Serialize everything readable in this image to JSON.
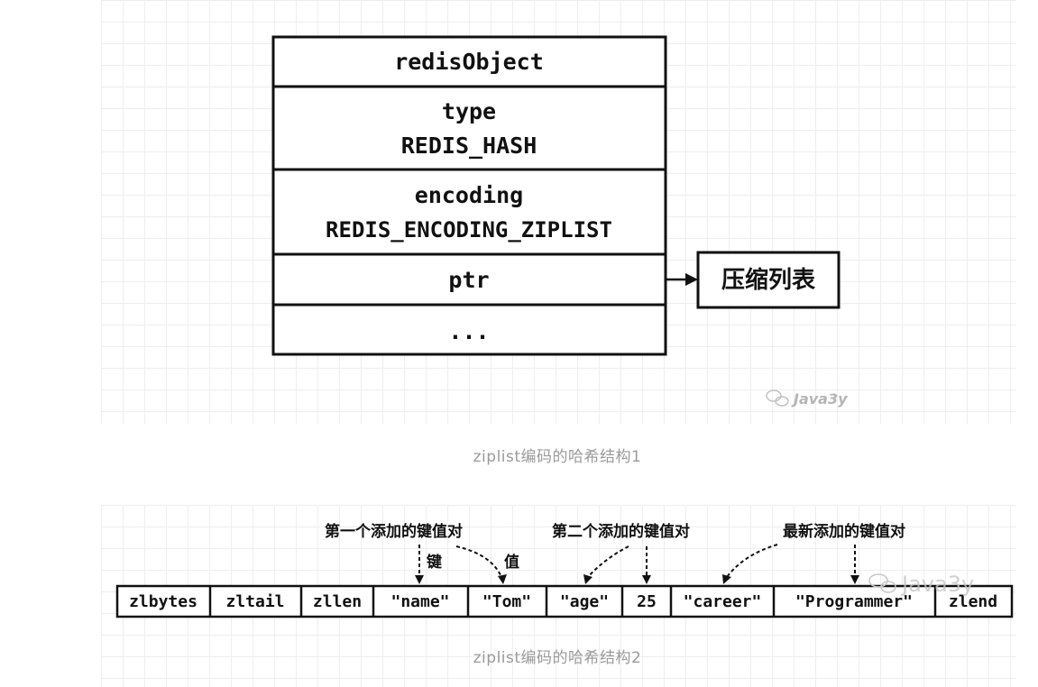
{
  "figure1": {
    "rows": [
      {
        "lines": [
          "redisObject"
        ]
      },
      {
        "lines": [
          "type",
          "REDIS_HASH"
        ]
      },
      {
        "lines": [
          "encoding",
          "REDIS_ENCODING_ZIPLIST"
        ]
      },
      {
        "lines": [
          "ptr"
        ]
      },
      {
        "lines": [
          "..."
        ]
      }
    ],
    "target": "压缩列表",
    "watermark": "Java3y",
    "caption": "ziplist编码的哈希结构1"
  },
  "figure2": {
    "annotations": {
      "first_pair": "第一个添加的键值对",
      "second_pair": "第二个添加的键值对",
      "latest_pair": "最新添加的键值对",
      "key": "键",
      "value": "值"
    },
    "cells": [
      "zlbytes",
      "zltail",
      "zllen",
      "\"name\"",
      "\"Tom\"",
      "\"age\"",
      "25",
      "\"career\"",
      "\"Programmer\"",
      "zlend"
    ],
    "watermark": "Java3y",
    "caption": "ziplist编码的哈希结构2"
  },
  "colors": {
    "ink": "#111111",
    "grid": "#eeeeee",
    "caption": "#9a9a9a",
    "watermark": "#b5b5b5"
  }
}
